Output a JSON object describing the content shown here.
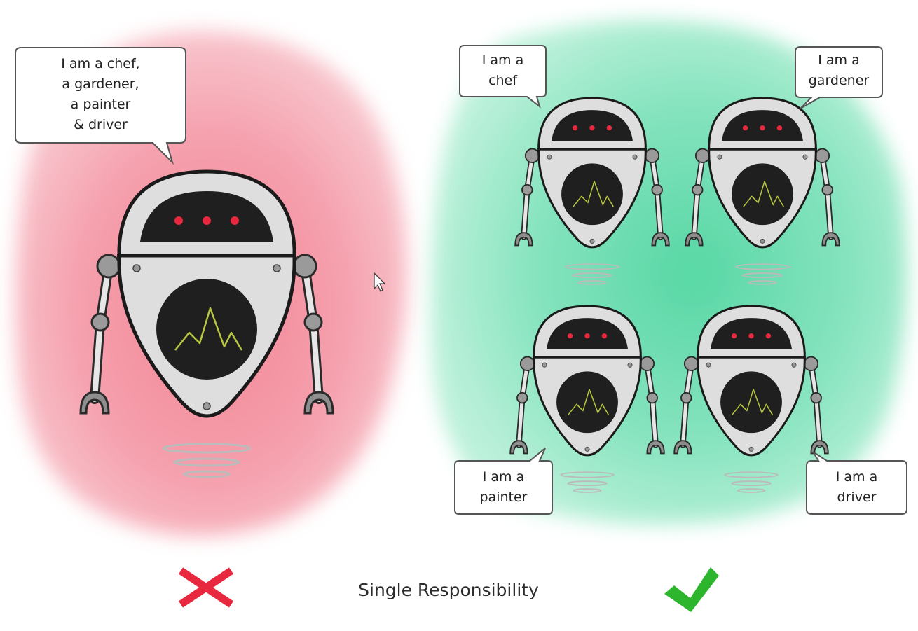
{
  "bubbles": {
    "multi": "I am a chef,\na gardener,\na painter\n& driver",
    "chef": "I am a\nchef",
    "gardener": "I am a\ngardener",
    "painter": "I am a\npainter",
    "driver": "I am a\ndriver"
  },
  "caption": "Single Responsibility",
  "colors": {
    "bad_blob": "#f28a99",
    "good_blob": "#6fdcb0",
    "cross": "#e8283e",
    "check": "#2db52d",
    "robot_body": "#dcdcdc",
    "robot_screen": "#1f1f1f",
    "robot_eyes": "#e8283e",
    "robot_wave": "#b9c640"
  },
  "icons": {
    "wrong": "cross-icon",
    "correct": "checkmark-icon",
    "cursor": "mouse-cursor-icon"
  }
}
